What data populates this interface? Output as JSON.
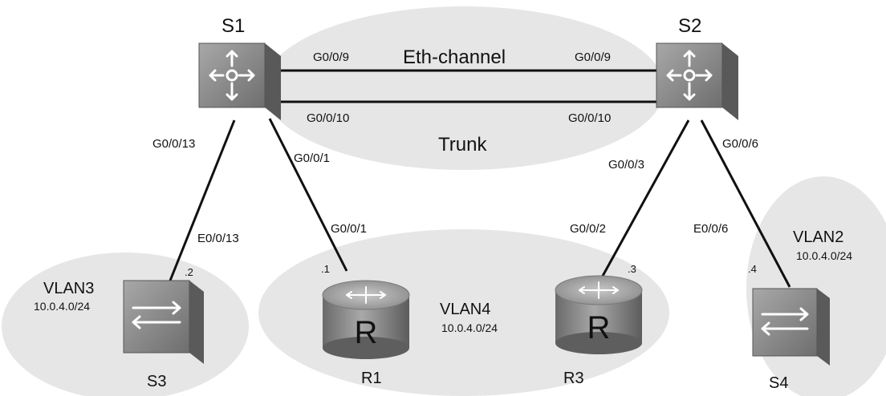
{
  "devices": {
    "s1": "S1",
    "s2": "S2",
    "s3": "S3",
    "s4": "S4",
    "r1": "R1",
    "r3": "R3",
    "router_letter": "R"
  },
  "links": {
    "s1_s2_top": {
      "a_port": "G0/0/9",
      "b_port": "G0/0/9"
    },
    "s1_s2_bottom": {
      "a_port": "G0/0/10",
      "b_port": "G0/0/10"
    },
    "eth_channel_label": "Eth-channel",
    "trunk_label": "Trunk",
    "s1_s3": {
      "a_port": "G0/0/13",
      "b_port": "E0/0/13"
    },
    "s1_r1": {
      "a_port": "G0/0/1",
      "b_port": "G0/0/1"
    },
    "s2_r3": {
      "a_port": "G0/0/3",
      "b_port": "G0/0/2"
    },
    "s2_s4": {
      "a_port": "G0/0/6",
      "b_port": "E0/0/6"
    }
  },
  "vlans": {
    "vlan3": {
      "name": "VLAN3",
      "subnet": "10.0.4.0/24"
    },
    "vlan4": {
      "name": "VLAN4",
      "subnet": "10.0.4.0/24"
    },
    "vlan2": {
      "name": "VLAN2",
      "subnet": "10.0.4.0/24"
    }
  },
  "host_ids": {
    "s3": ".2",
    "r1": ".1",
    "r3": ".3",
    "s4": ".4"
  },
  "colors": {
    "zone_fill": "#e6e6e6",
    "link": "#111111",
    "device_face": "#8c8c8c",
    "device_side": "#5f5f5f",
    "device_top": "#b4b4b4"
  }
}
